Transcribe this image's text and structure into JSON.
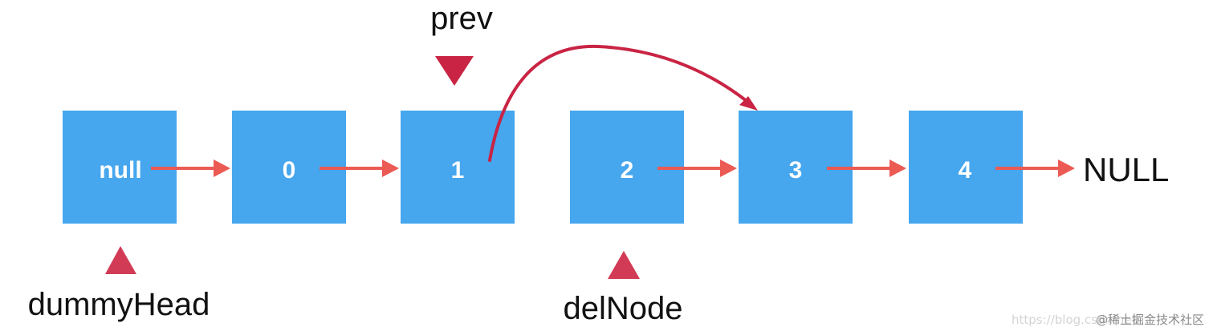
{
  "nodes": [
    {
      "value": "null"
    },
    {
      "value": "0"
    },
    {
      "value": "1"
    },
    {
      "value": "2"
    },
    {
      "value": "3"
    },
    {
      "value": "4"
    }
  ],
  "terminal_label": "NULL",
  "pointers": {
    "prev": "prev",
    "dummy_head": "dummyHead",
    "del_node": "delNode"
  },
  "watermark": {
    "url": "https://blog.csdn.net/...",
    "brand": "@稀土掘金技术社区"
  },
  "colors": {
    "node_fill": "#46a6ee",
    "next_arrow": "#ec5a54",
    "skip_arrow": "#c92444",
    "pointer_marker": "#d23b55"
  }
}
